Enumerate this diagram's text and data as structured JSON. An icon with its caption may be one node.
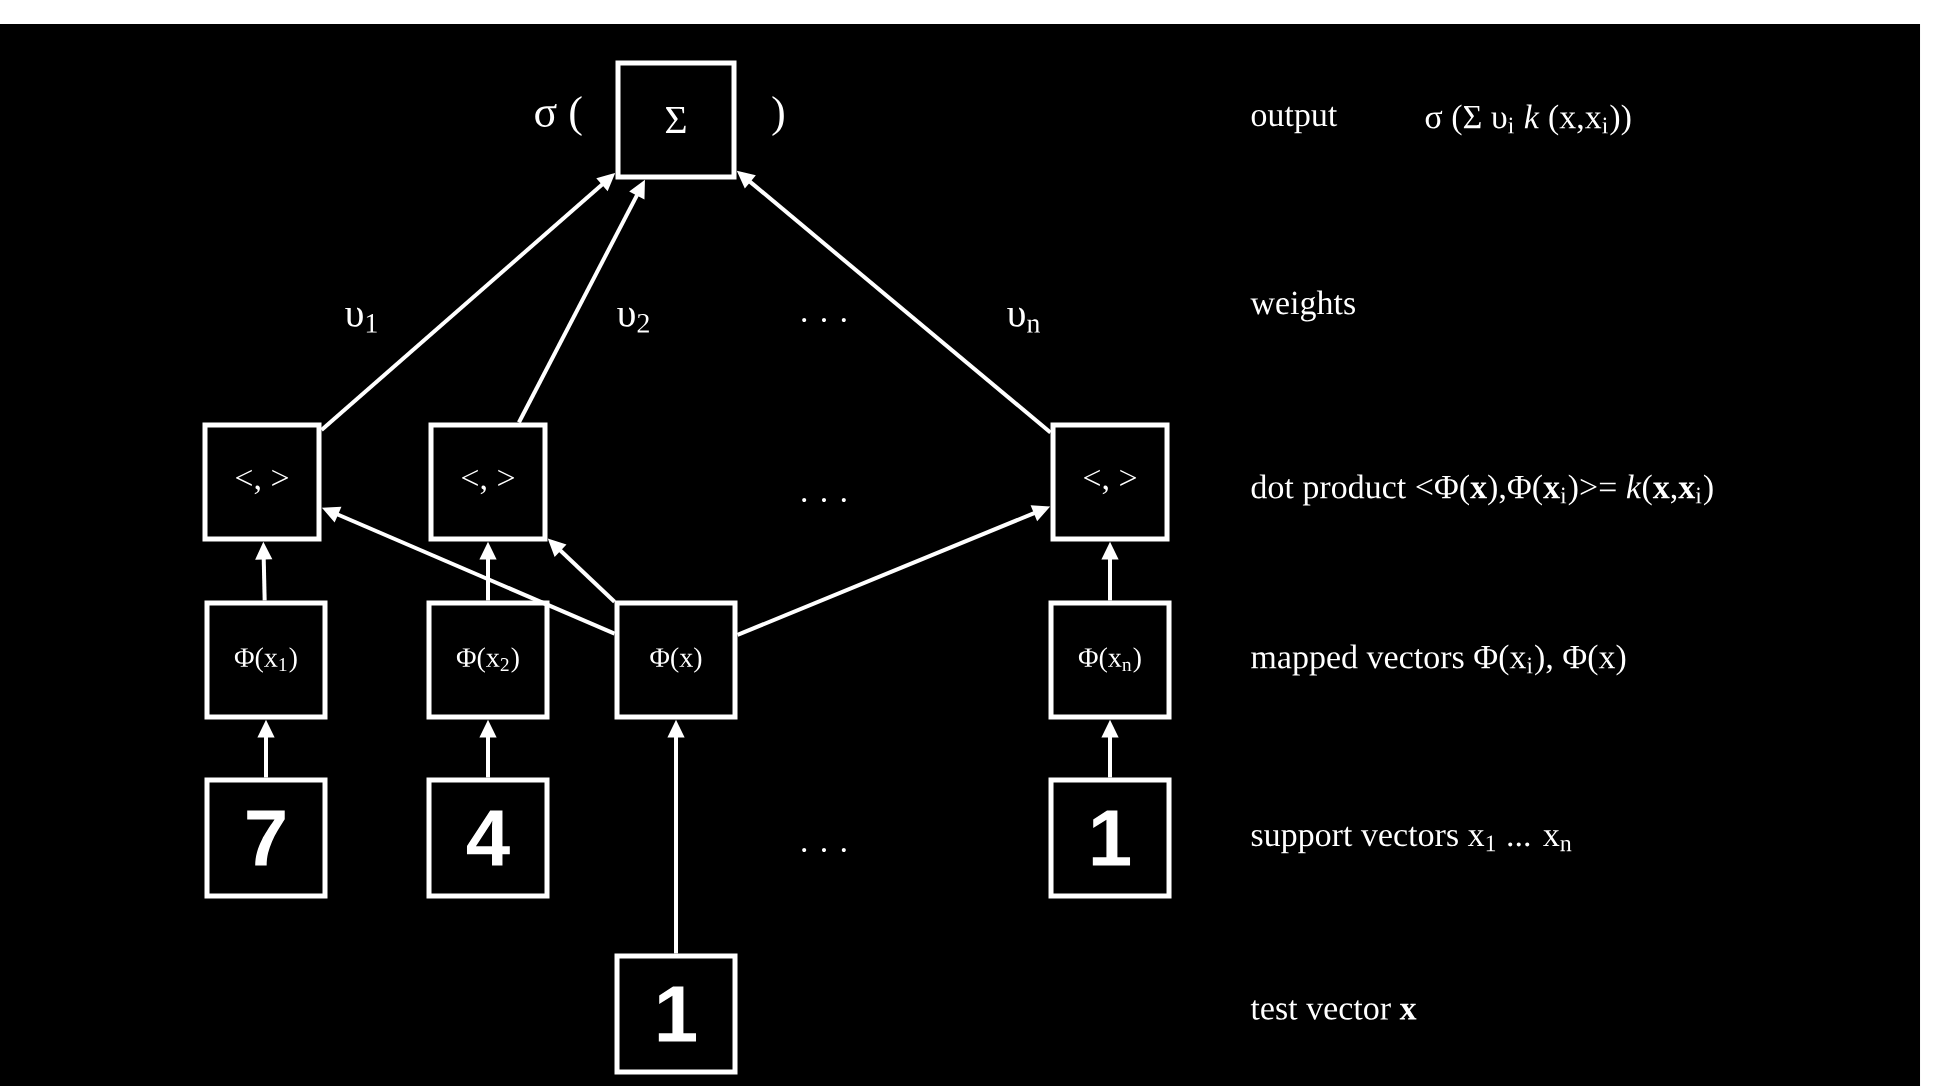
{
  "diagram": {
    "nodes": [
      {
        "text": [
          "Σ"
        ],
        "beside": [
          "σ (",
          ")"
        ]
      },
      {
        "text": [
          "<, >"
        ]
      },
      {
        "text": [
          "<, >"
        ]
      },
      {
        "text": [
          "<, >"
        ]
      },
      {
        "text": [
          "Φ(x$_{1}$)"
        ]
      },
      {
        "text": [
          "Φ(x$_{2}$)"
        ]
      },
      {
        "text": [
          "Φ(x)"
        ]
      },
      {
        "text": [
          "Φ(x$_{n}$)"
        ]
      },
      {
        "text": [
          "7"
        ]
      },
      {
        "text": [
          "4"
        ]
      },
      {
        "text": [
          "1"
        ]
      },
      {
        "text": [
          "1"
        ]
      }
    ],
    "edges": [
      {
        "from": 1,
        "to": 0,
        "arrow": "to",
        "label": "υ$_{1}$"
      },
      {
        "from": 2,
        "to": 0,
        "arrow": "to",
        "label": "υ$_{2}$"
      },
      {
        "from": 3,
        "to": 0,
        "arrow": "to",
        "label": "υ$_{n}$"
      },
      {
        "from": 4,
        "to": 1,
        "arrow": "to"
      },
      {
        "from": 5,
        "to": 2,
        "arrow": "to"
      },
      {
        "from": 7,
        "to": 3,
        "arrow": "to"
      },
      {
        "from": 6,
        "to": 1,
        "arrow": "to"
      },
      {
        "from": 6,
        "to": 2,
        "arrow": "to"
      },
      {
        "from": 6,
        "to": 3,
        "arrow": "to"
      },
      {
        "from": 8,
        "to": 4,
        "arrow": "to"
      },
      {
        "from": 9,
        "to": 5,
        "arrow": "to"
      },
      {
        "from": 10,
        "to": 7,
        "arrow": "to"
      },
      {
        "from": 11,
        "to": 6,
        "arrow": "to"
      }
    ],
    "labels": [
      "output",
      "σ (Σ υ$_{i}$ *k* (x,x$_{i}$))",
      ". . .",
      "weights",
      ". . .",
      "dot product <Φ(**x**),Φ(**x**$_{i}$)>= *k*(**x**,**x**$_{i}$)",
      "mapped vectors Φ(x$_{i}$), Φ(x)",
      ". . .",
      "support vectors x$_{1}$ ... x$_{n}$",
      "test vector **x**"
    ]
  }
}
